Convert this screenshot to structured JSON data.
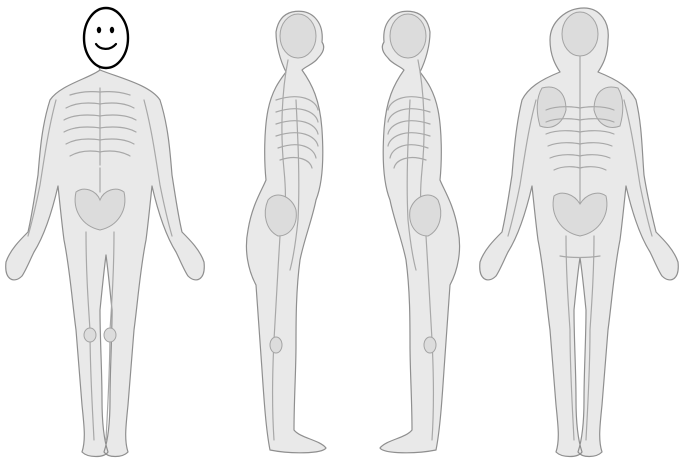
{
  "views": [
    {
      "id": "front",
      "label": ""
    },
    {
      "id": "right-side",
      "label": ""
    },
    {
      "id": "left-side",
      "label": ""
    },
    {
      "id": "back",
      "label": ""
    }
  ],
  "markers": [
    {
      "type": "smiley-face",
      "on": "front-head"
    }
  ],
  "colors": {
    "body_fill": "#e9e9e9",
    "outline": "#8f8f8f",
    "skeleton": "#a8a8a8",
    "face_fill": "#ffffff",
    "face_outline": "#000000"
  }
}
